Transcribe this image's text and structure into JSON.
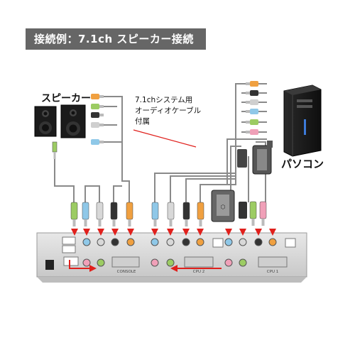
{
  "header": {
    "title": "接続例：7.1ch スピーカー接続"
  },
  "labels": {
    "speaker": "スピーカー",
    "pc": "パソコン",
    "cable_line1": "7.1chシステム用",
    "cable_line2": "オーディオケーブル",
    "cable_line3": "付属"
  },
  "panel": {
    "console": "CONSOLE",
    "cpu2": "CPU 2",
    "cpu1": "CPU 1"
  },
  "colors": {
    "banner_bg": "#666666",
    "cable_gray": "#8a8a8a",
    "arrow_red": "#e0201c",
    "panel_bg": "#dcdcdc",
    "plug_green": "#9ccc63",
    "plug_blue": "#8fc8e8",
    "plug_black": "#333333",
    "plug_orange": "#f0a040",
    "plug_pink": "#f0a0b8"
  },
  "icons": [
    "speaker-icon",
    "pc-tower-icon",
    "kvm-switch-icon",
    "dvi-connector-icon",
    "usb-connector-icon",
    "audio-plug-icon",
    "arrow-icon"
  ]
}
